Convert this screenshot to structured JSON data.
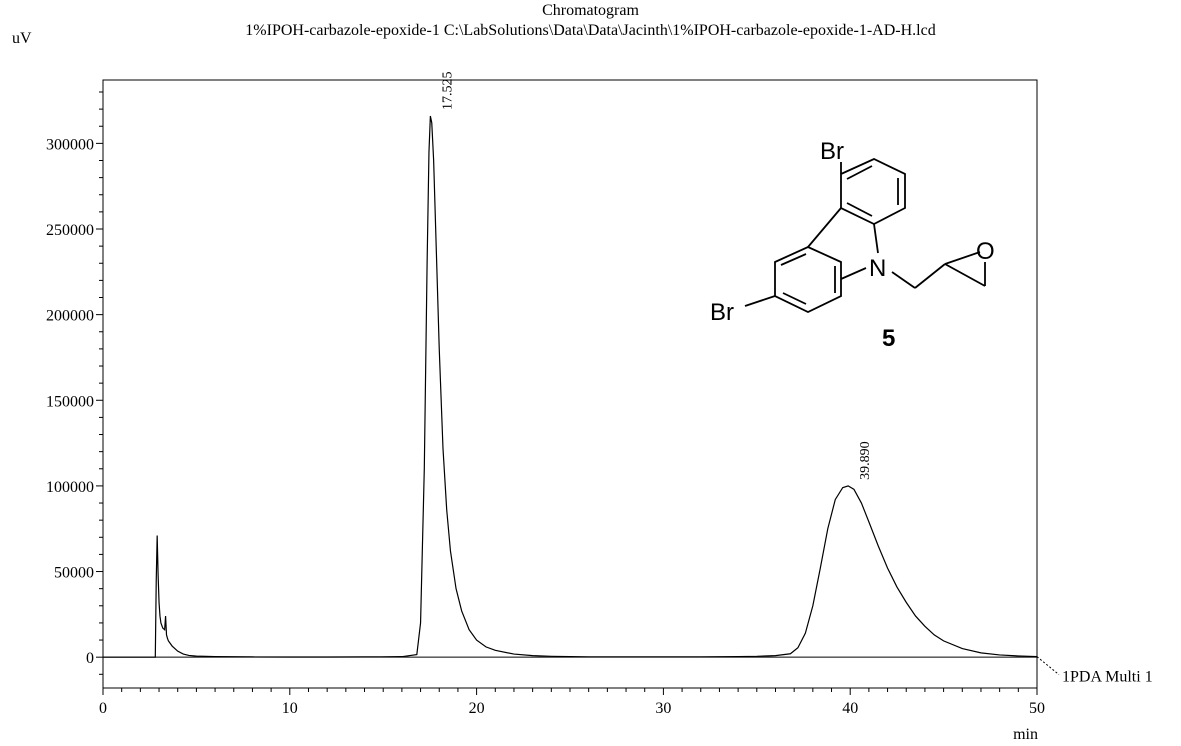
{
  "chart_data": {
    "type": "line",
    "title": "Chromatogram",
    "subtitle": "1%IPOH-carbazole-epoxide-1 C:\\LabSolutions\\Data\\Data\\Jacinth\\1%IPOH-carbazole-epoxide-1-AD-H.lcd",
    "xlabel": "min",
    "ylabel": "uV",
    "xlim": [
      0,
      50
    ],
    "ylim": [
      -18000,
      337000
    ],
    "x_ticks": [
      0,
      10,
      20,
      30,
      40,
      50
    ],
    "y_ticks": [
      0,
      50000,
      100000,
      150000,
      200000,
      250000,
      300000
    ],
    "grid": false,
    "series": [
      {
        "name": "1PDA Multi 1",
        "color": "#000000",
        "x": [
          0,
          2.8,
          2.85,
          2.9,
          2.95,
          3.0,
          3.05,
          3.1,
          3.2,
          3.3,
          3.35,
          3.4,
          3.45,
          3.5,
          3.7,
          4.0,
          4.3,
          4.6,
          5.0,
          6.0,
          8.0,
          10.0,
          12.0,
          14.0,
          16.0,
          16.8,
          17.0,
          17.2,
          17.35,
          17.45,
          17.525,
          17.6,
          17.7,
          17.85,
          18.0,
          18.2,
          18.4,
          18.6,
          18.9,
          19.2,
          19.6,
          20.0,
          20.5,
          21.0,
          22.0,
          23.0,
          24.0,
          25.0,
          26.0,
          28.0,
          30.0,
          32.0,
          34.0,
          35.0,
          36.0,
          36.8,
          37.2,
          37.6,
          38.0,
          38.4,
          38.8,
          39.2,
          39.6,
          39.89,
          40.2,
          40.6,
          41.0,
          41.5,
          42.0,
          42.5,
          43.0,
          43.5,
          44.0,
          44.5,
          45.0,
          46.0,
          47.0,
          48.0,
          49.0,
          50.0
        ],
        "y": [
          0,
          0,
          45000,
          71000,
          48000,
          32000,
          24000,
          20000,
          17000,
          16000,
          24000,
          13000,
          11000,
          9500,
          6500,
          3500,
          1800,
          1000,
          600,
          300,
          150,
          100,
          100,
          150,
          300,
          1500,
          20000,
          110000,
          230000,
          295000,
          316000,
          312000,
          290000,
          235000,
          180000,
          122000,
          86000,
          62000,
          40000,
          27000,
          16000,
          10000,
          6000,
          4000,
          1800,
          900,
          500,
          300,
          200,
          150,
          150,
          200,
          350,
          500,
          900,
          2000,
          5500,
          14000,
          30000,
          52000,
          75000,
          92000,
          99000,
          100000,
          98000,
          90000,
          79000,
          65000,
          52000,
          41000,
          32000,
          24000,
          18000,
          13000,
          9500,
          5000,
          2500,
          1300,
          700,
          300
        ]
      }
    ],
    "peak_labels": [
      {
        "x": 17.525,
        "y": 316000,
        "text": "17.525"
      },
      {
        "x": 39.89,
        "y": 100000,
        "text": "39.890"
      }
    ]
  },
  "structure": {
    "compound_number": "5",
    "atom_labels": {
      "br_top": "Br",
      "br_left": "Br",
      "nitrogen": "N",
      "oxygen": "O"
    }
  }
}
